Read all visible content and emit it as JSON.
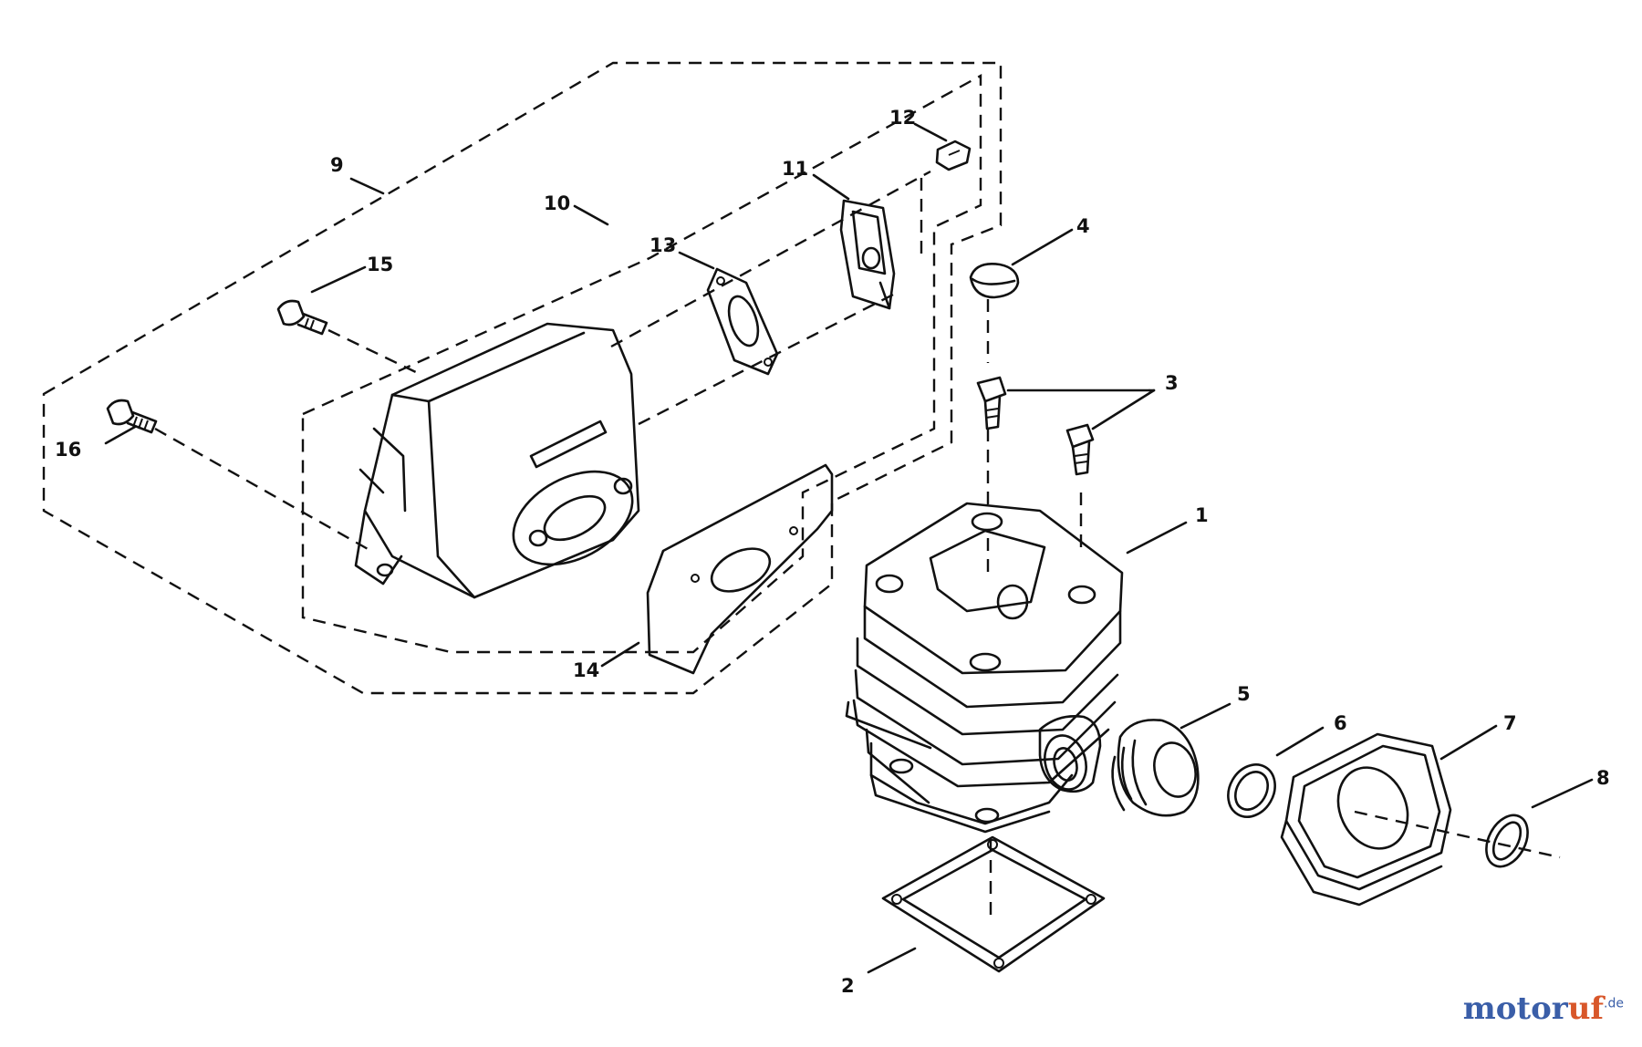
{
  "diagram": {
    "callouts": {
      "c1": "1",
      "c2": "2",
      "c3": "3",
      "c4": "4",
      "c5": "5",
      "c6": "6",
      "c7": "7",
      "c8": "8",
      "c9": "9",
      "c10": "10",
      "c11": "11",
      "c12": "12",
      "c13": "13",
      "c14": "14",
      "c15": "15",
      "c16": "16"
    }
  },
  "watermark": {
    "part1": "motor",
    "part2": "uf",
    "suffix": ".de"
  }
}
